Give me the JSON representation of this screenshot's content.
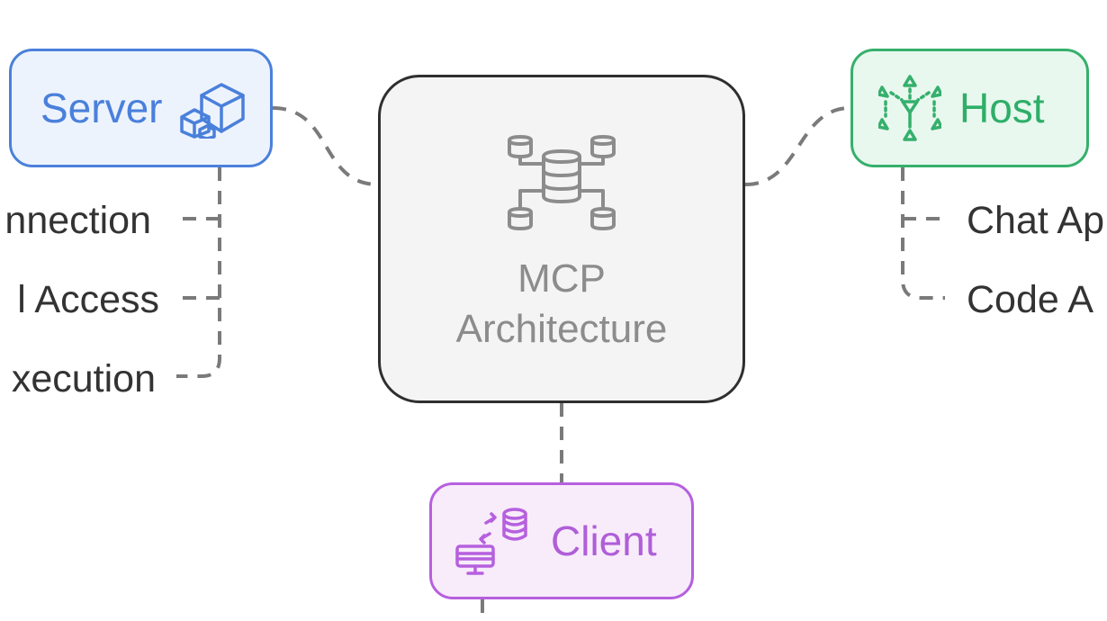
{
  "center": {
    "title_line1": "MCP",
    "title_line2": "Architecture",
    "icon": "database-network-icon"
  },
  "server": {
    "label": "Server",
    "icon": "boxes-icon",
    "color": "#4a80db",
    "items": [
      "nnection",
      "l Access",
      "xecution"
    ]
  },
  "host": {
    "label": "Host",
    "icon": "network-nodes-icon",
    "color": "#35b06c",
    "items": [
      "Chat Ap",
      "Code A"
    ]
  },
  "client": {
    "label": "Client",
    "icon": "computer-database-sync-icon",
    "color": "#b660de"
  },
  "colors": {
    "connector": "#7a7a7a",
    "center_border": "#2f2f2f",
    "center_fill": "#f4f4f4",
    "text": "#333333"
  }
}
